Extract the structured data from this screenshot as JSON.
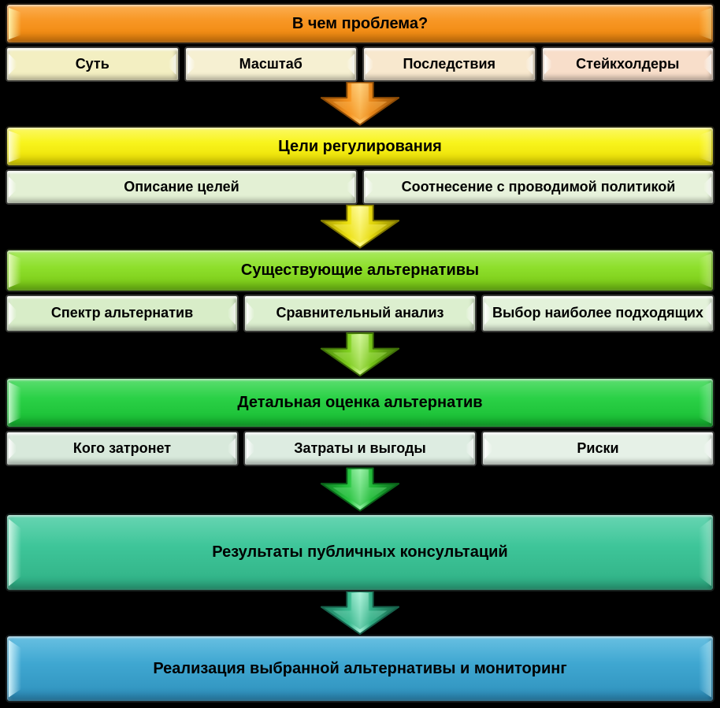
{
  "background": "#000000",
  "diagram_type": "process-flow",
  "stages": [
    {
      "id": "problem",
      "title": "В чем проблема?",
      "color": "#F89827",
      "arrow_color": "#F6921E",
      "items": [
        {
          "label": "Суть",
          "bg": "#F3EFC2"
        },
        {
          "label": "Масштаб",
          "bg": "#F6F0D2"
        },
        {
          "label": "Последствия",
          "bg": "#F8E8CE"
        },
        {
          "label": "Стейкхолдеры",
          "bg": "#F8DECA"
        }
      ]
    },
    {
      "id": "goals",
      "title": "Цели регулирования",
      "color": "#F8F41C",
      "arrow_color": "#EFE312",
      "items": [
        {
          "label": "Описание целей",
          "bg": "#E3F0D4"
        },
        {
          "label": "Соотнесение с проводимой политикой",
          "bg": "#E7F2DB"
        }
      ]
    },
    {
      "id": "alternatives",
      "title": "Существующие альтернативы",
      "color": "#8EDF2C",
      "arrow_color": "#7FD01E",
      "items": [
        {
          "label": "Спектр альтернатив",
          "bg": "#D8EDC8"
        },
        {
          "label": "Сравнительный анализ",
          "bg": "#DCEFCF"
        },
        {
          "label": "Выбор наиболее подходящих",
          "bg": "#E3F2DA"
        }
      ]
    },
    {
      "id": "assessment",
      "title": "Детальная оценка альтернатив",
      "color": "#2BD147",
      "arrow_color": "#27C53F",
      "items": [
        {
          "label": "Кого затронет",
          "bg": "#D8E9DB"
        },
        {
          "label": "Затраты и выгоды",
          "bg": "#DDECE1"
        },
        {
          "label": "Риски",
          "bg": "#E6F1E7"
        }
      ]
    },
    {
      "id": "consultations",
      "title": "Результаты публичных консультаций",
      "color": "#3EC599",
      "arrow_color": "#37BA8E",
      "items": []
    },
    {
      "id": "implementation",
      "title": "Реализация выбранной альтернативы и мониторинг",
      "color": "#3FA7D1",
      "items": []
    }
  ]
}
